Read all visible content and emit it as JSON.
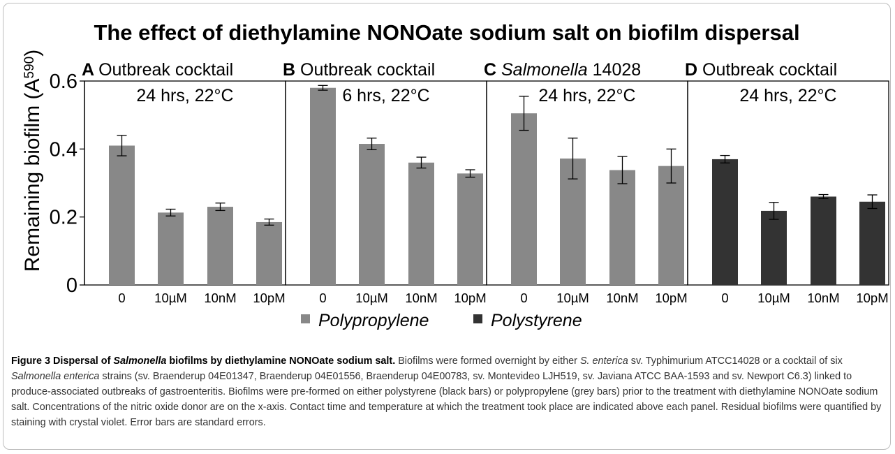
{
  "chart_data": {
    "type": "bar",
    "title": "The effect of diethylamine NONOate sodium salt on biofilm dispersal",
    "ylabel": "Remaining biofilm (A",
    "ylabel_sub": "590",
    "ylabel_close": ")",
    "ylim": [
      0,
      0.6
    ],
    "yticks": [
      {
        "value": 0,
        "label": "0"
      },
      {
        "value": 0.2,
        "label": "0.2"
      },
      {
        "value": 0.4,
        "label": "0.4"
      },
      {
        "value": 0.6,
        "label": "0.6"
      }
    ],
    "categories": [
      "0",
      "10µM",
      "10nM",
      "10pM"
    ],
    "grid": false,
    "legend": {
      "placement": "bottom",
      "items": [
        {
          "name": "Polypropylene",
          "color": "#888888"
        },
        {
          "name": "Polystyrene",
          "color": "#333333"
        }
      ]
    },
    "panels": [
      {
        "letter": "A",
        "title_italic": "",
        "title_rest": "Outbreak cocktail",
        "subtitle": "24 hrs, 22°C",
        "series": "Polypropylene",
        "color": "#888888",
        "values": [
          0.41,
          0.213,
          0.23,
          0.185
        ],
        "errors": [
          0.03,
          0.01,
          0.011,
          0.009
        ]
      },
      {
        "letter": "B",
        "title_italic": "",
        "title_rest": "Outbreak cocktail",
        "subtitle": "6 hrs, 22°C",
        "series": "Polypropylene",
        "color": "#888888",
        "values": [
          0.58,
          0.415,
          0.36,
          0.328
        ],
        "errors": [
          0.007,
          0.017,
          0.016,
          0.011
        ]
      },
      {
        "letter": "C",
        "title_italic": "Salmonella",
        "title_rest": " 14028",
        "subtitle": "24 hrs, 22°C",
        "series": "Polypropylene",
        "color": "#888888",
        "values": [
          0.505,
          0.372,
          0.338,
          0.35
        ],
        "errors": [
          0.05,
          0.06,
          0.04,
          0.05
        ]
      },
      {
        "letter": "D",
        "title_italic": "",
        "title_rest": "Outbreak cocktail",
        "subtitle": "24 hrs, 22°C",
        "series": "Polystyrene",
        "color": "#333333",
        "values": [
          0.37,
          0.218,
          0.26,
          0.245
        ],
        "errors": [
          0.011,
          0.025,
          0.006,
          0.02
        ]
      }
    ]
  },
  "caption": {
    "label": "Figure 3",
    "title_pre": " Dispersal of ",
    "title_italic": "Salmonella",
    "title_post": " biofilms by diethylamine NONOate sodium salt.",
    "body_1": " Biofilms were formed overnight by either ",
    "body_italic_1": "S. enterica",
    "body_2": " sv. Typhimurium ATCC14028 or a cocktail of six ",
    "body_italic_2": "Salmonella enterica",
    "body_3": " strains (sv. Braenderup 04E01347, Braenderup 04E01556, Braenderup 04E00783, sv. Montevideo LJH519, sv. Javiana ATCC BAA-1593 and sv. Newport C6.3) linked to produce-associated outbreaks of gastroenteritis. Biofilms were pre-formed on either polystyrene (black bars) or polypropylene (grey bars) prior to the treatment with diethylamine NONOate sodium salt. Concentrations of the nitric oxide donor are on the x-axis. Contact time and temperature at which the treatment took place are indicated above each panel. Residual biofilms were quantified by staining with crystal violet. Error bars are standard errors."
  }
}
